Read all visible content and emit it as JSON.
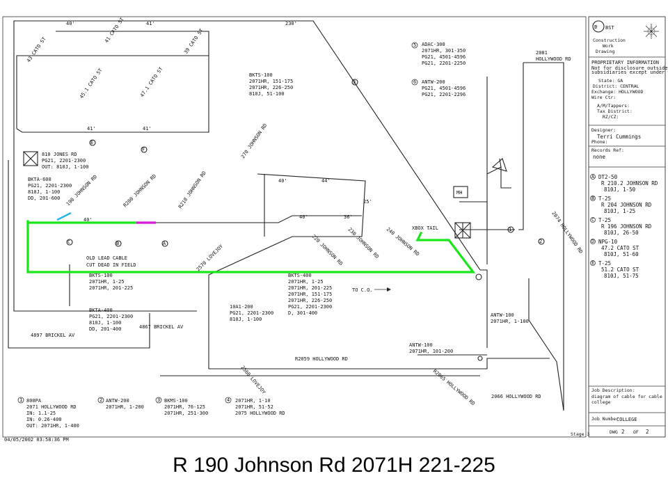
{
  "caption": "R 190 Johnson Rd 2071H 221-225",
  "colors": {
    "highlight": "#19e619",
    "magenta": "#d81bd8",
    "cyan": "#29b6e8",
    "line": "#222222"
  },
  "icons": [
    "terminal-box-icon",
    "manhole-icon",
    "xbox-tail-icon",
    "obst-logo-icon",
    "sun-icon"
  ],
  "dims": [
    "40'",
    "41'",
    "230'",
    "41'",
    "41'",
    "40'",
    "44'",
    "40'",
    "36'",
    "40'",
    "25'"
  ],
  "labels": {
    "adac": [
      "ADAC-300",
      "2071HR, 301-350",
      "PG21, 4501-4596",
      "PG21, 2201-2250"
    ],
    "antw_top": [
      "ANTW-200",
      "PG21, 4501-4596",
      "PG21, 2201-2296"
    ],
    "bkts100_top": [
      "BKTS-100",
      "2071HR, 151-175",
      "2071HR, 226-250",
      "810J, 51-100"
    ],
    "jones": [
      "810 JONES RD",
      "PG21, 2201-2300",
      "OUT: 810J, 1-100"
    ],
    "bkta600": [
      "BKTA-600",
      "PG21, 2201-2300",
      "810J, 1-100",
      "DD, 201-600"
    ],
    "bkts100_mid": [
      "BKTS-100",
      "2071HR, 1-25",
      "2071HR, 201-225"
    ],
    "bkta400": [
      "BKTA-400",
      "PG21, 2201-2300",
      "810J, 1-100",
      "DD, 201-400"
    ],
    "bkts400": [
      "BKTS-400",
      "2071HR, 1-25",
      "2071HR, 201-225",
      "2071HR, 151-175",
      "2071HR, 226-250",
      "PG21, 2201-2300",
      "D, 301-400"
    ],
    "ioai": [
      "10A1-200",
      "PG21, 2201-2300",
      "810J, 1-100"
    ],
    "antw100": [
      "ANTW-100",
      "2071HR, 1-100"
    ],
    "antw100b": [
      "ANTW-100",
      "2071HR, 101-200"
    ],
    "lead": [
      "OLD LEAD CABLE",
      "CUT DEAD IN FIELD"
    ],
    "hollywood_2081": [
      "2081",
      "HOLLYWOOD RD"
    ],
    "brickel_4897": "4897 BRICKEL AV",
    "brickel_4867": "4867 BRICKEL AV",
    "r2059": "R2059 HOLLYWOOD RD",
    "h2065": "R2065 HOLLYWOOD RD",
    "h2066": "2066 HOLLYWOOD RD",
    "h2074": "2074 HOLLYWOOD RD",
    "to_co": "TO C.O.",
    "mh": "MH",
    "xbox": "XBOX TAIL",
    "rot_lovejoy_2570": "2570 LOVEJOY",
    "rot_johnson_270": "270 JOHNSON RD",
    "rot_cato_43": "43 CATO ST",
    "rot_cato_41": "41 CATO ST",
    "rot_cato_39": "39 CATO ST",
    "rot_cato_471": "47.1 CATO ST",
    "rot_cato_451": "45.1 CATO ST",
    "rot_lovejoy_2560": "2560 LOVEJOY",
    "rot_johnson_240": "240 JOHNSON RD",
    "rot_johnson_230": "230 JOHNSON RD",
    "rot_johnson_220": "220 JOHNSON RD",
    "rot_johnson_190": "190 JOHNSON RD",
    "rot_johnson_200": "R200 JOHNSON RD",
    "rot_johnson_210": "R210 JOHNSON RD"
  },
  "legend_bottom": [
    {
      "num": "1",
      "lines": [
        "800PA",
        "2071 HOLLYWOOD RD",
        "IN: 1.1-25",
        "IN: 0.26-400",
        "OUT: 2071HR, 1-400"
      ]
    },
    {
      "num": "2",
      "lines": [
        "ANTW-200",
        "2071HR, 1-200"
      ]
    },
    {
      "num": "3",
      "lines": [
        "BKMS-100",
        "2071HR, 76-125",
        "2071HR, 251-300"
      ]
    },
    {
      "num": "4",
      "lines": [
        "2071HR, 1-10",
        "2071HR, 51-52",
        "2075 HOLLYWOOD RD"
      ]
    }
  ],
  "title_block": {
    "company_lines": [
      "Construction",
      "Work",
      "Drawing"
    ],
    "logo": "BST",
    "proprietary": "PROPRIETARY INFORMATION",
    "proprietary_note": [
      "Not for disclosure outside BellSouth or any of its",
      "subsidiaries except under written agreement."
    ],
    "state": "State: GA",
    "district": "District: CENTRAL",
    "exchange": "Exchange: HOLLYWOOD",
    "wire_ctr": "Wire Ctr:",
    "misc": [
      "A/M/Tappers:",
      "Tax District:",
      "RZ/CZ:"
    ],
    "designer_label": "Designer:",
    "designer": "Terri Cummings",
    "phone_label": "Phone:",
    "records_label": "Records Ref:",
    "records": "none",
    "legend_right": [
      {
        "code": "A",
        "lines": [
          "DT2-50",
          "R 210.2 JOHNSON RD",
          "810J, 1-50"
        ]
      },
      {
        "code": "B",
        "lines": [
          "T-25",
          "R 204 JOHNSON RD",
          "810J, 1-25"
        ]
      },
      {
        "code": "C",
        "lines": [
          "T-25",
          "R 196 JOHNSON RD",
          "810J, 26-50"
        ]
      },
      {
        "code": "D",
        "lines": [
          "NPG-10",
          "47.2 CATO ST",
          "810J, 51-60"
        ]
      },
      {
        "code": "E",
        "lines": [
          "T-25",
          "51.2 CATO ST",
          "810J, 51-75"
        ]
      }
    ],
    "job_desc_label": "Job Description:",
    "job_desc": [
      "diagram of cable for cable",
      "college"
    ],
    "job_number_label": "Job Number:",
    "job_number": "COLLEGE",
    "dwg_label": "DWG",
    "dwg": "2",
    "of_label": "OF",
    "of": "2",
    "stage": "Stage 3"
  },
  "timestamp": "04/05/2002 03:58:36 PM"
}
